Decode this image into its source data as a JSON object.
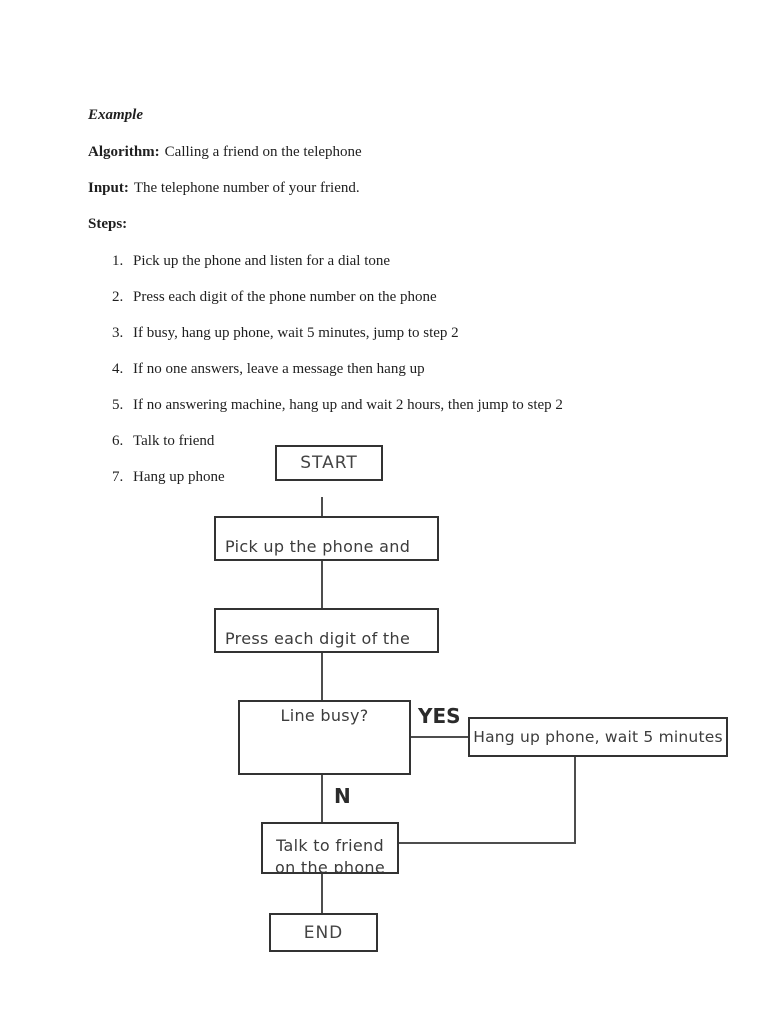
{
  "document": {
    "heading": "Example",
    "algorithm_label": "Algorithm:",
    "algorithm_text": "Calling a friend on the telephone",
    "input_label": "Input:",
    "input_text": "The telephone number of your friend.",
    "steps_label": "Steps:",
    "steps": [
      {
        "num": "1.",
        "text": "Pick up the phone and listen for a dial tone"
      },
      {
        "num": "2.",
        "text": "Press each digit of the phone number on the phone"
      },
      {
        "num": "3.",
        "text": "If busy, hang up phone, wait 5 minutes, jump to step 2"
      },
      {
        "num": "4.",
        "text": "If no one answers, leave a message then hang up"
      },
      {
        "num": "5.",
        "text": "If no answering machine, hang up and wait 2 hours, then jump to step 2"
      },
      {
        "num": "6.",
        "text": "Talk to friend"
      },
      {
        "num": "7.",
        "text": "Hang up phone"
      }
    ]
  },
  "flowchart": {
    "start": "START",
    "pickup": "Pick up the phone and",
    "press": "Press each digit of the",
    "busy": "Line busy?",
    "hangup": "Hang up phone, wait 5 minutes",
    "talk_line1": "Talk to friend",
    "talk_line2": "on the phone",
    "end": "END",
    "yes_label": "YES",
    "no_label": "N",
    "line_color": "#4d4d4d"
  }
}
